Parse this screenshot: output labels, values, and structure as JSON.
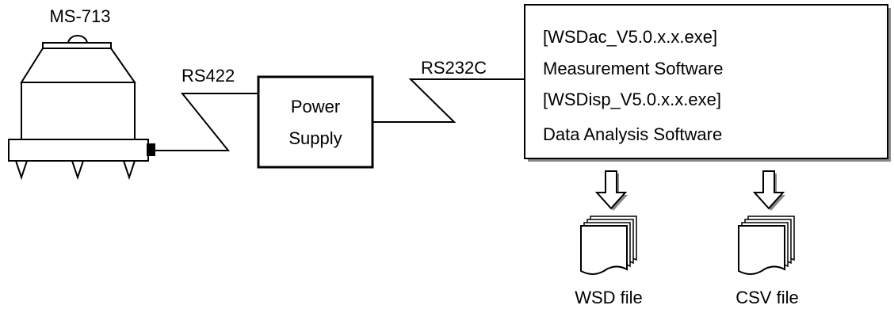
{
  "device": {
    "name": "MS-713"
  },
  "connections": {
    "sensor_to_power": "RS422",
    "power_to_pc": "RS232C"
  },
  "power_supply": {
    "line1": "Power",
    "line2": "Supply"
  },
  "software_box": {
    "lines": [
      "[WSDac_V5.0.x.x.exe]",
      "Measurement Software",
      "[WSDisp_V5.0.x.x.exe]",
      "Data Analysis Software"
    ]
  },
  "outputs": [
    {
      "label": "WSD file"
    },
    {
      "label": "CSV file"
    }
  ],
  "colors": {
    "line": "#000000",
    "shadow": "#888888",
    "arrow_fill": "#ffffff"
  }
}
